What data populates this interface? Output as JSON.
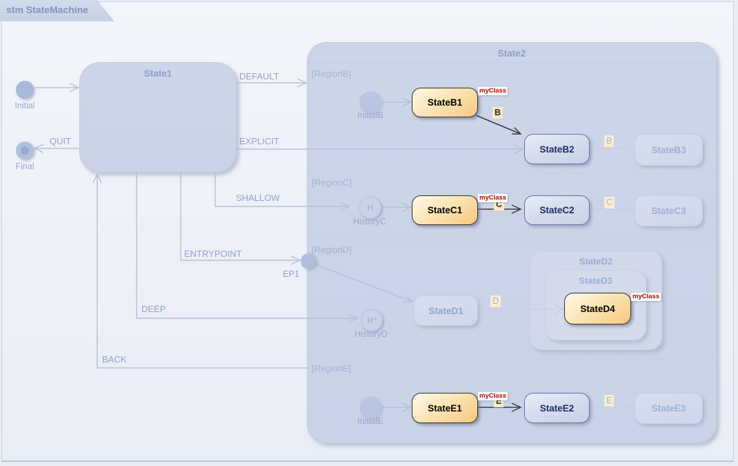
{
  "frame": {
    "title": "stm StateMachine"
  },
  "state1": {
    "title": "State1"
  },
  "state2": {
    "title": "State2"
  },
  "regions": {
    "b": "[RegionB]",
    "c": "[RegionC]",
    "d": "[RegionD]",
    "e": "[RegionE]"
  },
  "pseudo": {
    "initial": "Initial",
    "final": "Final",
    "initial_b": "InitialB",
    "history_c": "HistoryC",
    "history_c_glyph": "H",
    "ep1": "EP1",
    "history_d": "HistoryD",
    "history_d_glyph": "H*",
    "initial_e": "InitialE"
  },
  "transitions": {
    "default": "DEFAULT",
    "explicit": "EXPLICIT",
    "shallow": "SHALLOW",
    "entrypoint": "ENTRYPOINT",
    "deep": "DEEP",
    "back": "BACK",
    "quit": "QUIT",
    "b": "B",
    "c": "C",
    "d": "D",
    "e": "E"
  },
  "states": {
    "b1": "StateB1",
    "b2": "StateB2",
    "b3": "StateB3",
    "c1": "StateC1",
    "c2": "StateC2",
    "c3": "StateC3",
    "d1": "StateD1",
    "d2": "StateD2",
    "d3": "StateD3",
    "d4": "StateD4",
    "e1": "StateE1",
    "e2": "StateE2",
    "e3": "StateE3"
  },
  "stereotype": "myClass",
  "colors": {
    "highlight_fill": "#f6c87f",
    "highlight_border": "#2f2f2f",
    "stereotype_text": "#c00000",
    "active_border": "#5f70a8",
    "active_text": "#1c2d63",
    "ghost_text": "#9fb0d6",
    "container_fill": "#ccd5e7",
    "label_text": "#91a3cb",
    "letter_chip_bg": "#fdeabf"
  }
}
